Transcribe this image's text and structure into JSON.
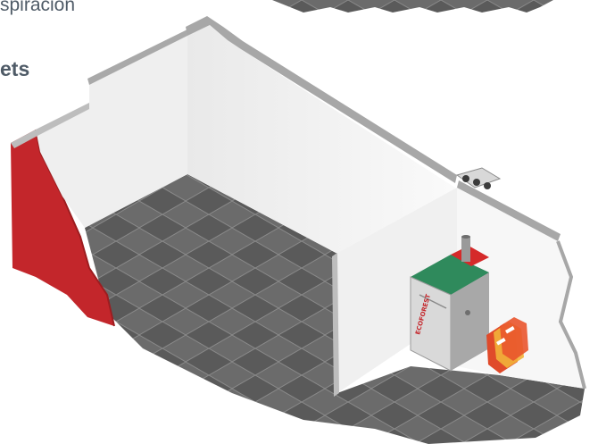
{
  "captions": {
    "top_text": "spiración",
    "heading": "ets"
  },
  "boiler": {
    "brand_text": "ECOFOREST"
  },
  "colors": {
    "floor_dark": "#5a5a5a",
    "floor_light": "#7a7a7a",
    "wall": "#f2f2f2",
    "wall_shade": "#d6d6d6",
    "wall_edge": "#8c8c8c",
    "brick_red": "#c3262b",
    "boiler_green": "#2f8a5c",
    "boiler_red": "#d52a2a",
    "caption": "#4f5b67"
  },
  "icons": [
    "pellet-bags-icon",
    "chimney-icon",
    "vent-grille-icon"
  ]
}
